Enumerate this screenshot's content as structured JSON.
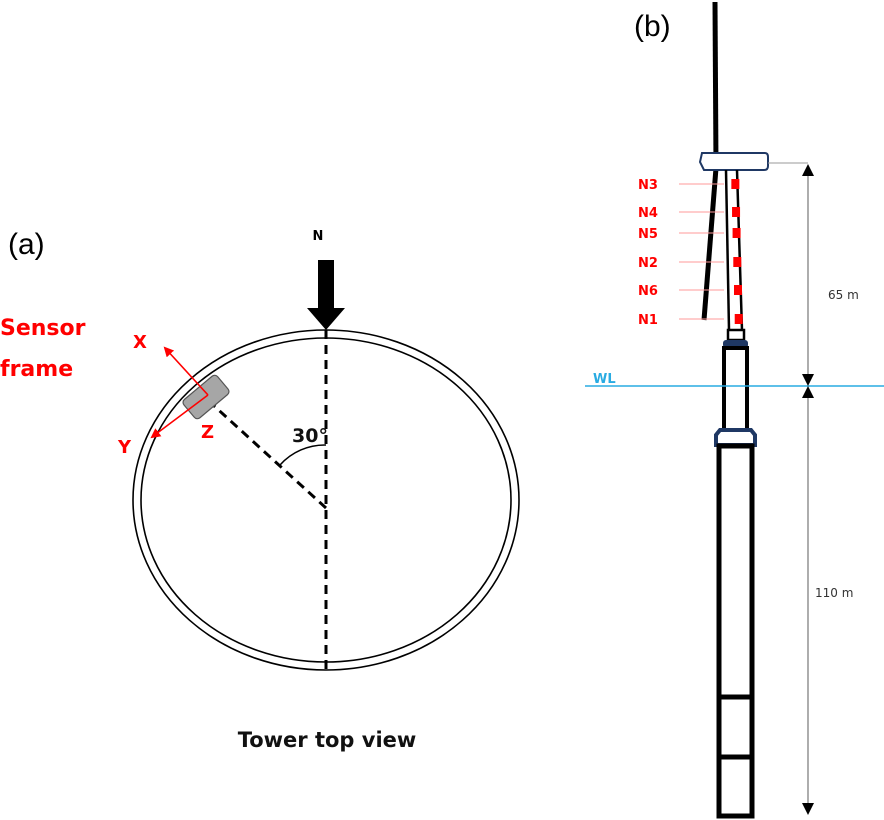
{
  "panel_a": {
    "label": "(a)",
    "north_label": "N",
    "sensor_frame_line1": "Sensor",
    "sensor_frame_line2": "frame",
    "axis_x": "X",
    "axis_y": "Y",
    "axis_z": "Z",
    "angle_label": "30°",
    "angle_deg": 30,
    "caption": "Tower top view"
  },
  "panel_b": {
    "label": "(b)",
    "water_level_label": "WL",
    "upper_dimension": "65 m",
    "lower_dimension": "110 m",
    "nodes": [
      {
        "label": "N3"
      },
      {
        "label": "N4"
      },
      {
        "label": "N5"
      },
      {
        "label": "N2"
      },
      {
        "label": "N6"
      },
      {
        "label": "N1"
      }
    ]
  },
  "colors": {
    "sensor_red": "#ff0000",
    "water_level": "#29abe2",
    "structure_navy": "#1f3864",
    "sensor_box": "#a6a6a6"
  }
}
